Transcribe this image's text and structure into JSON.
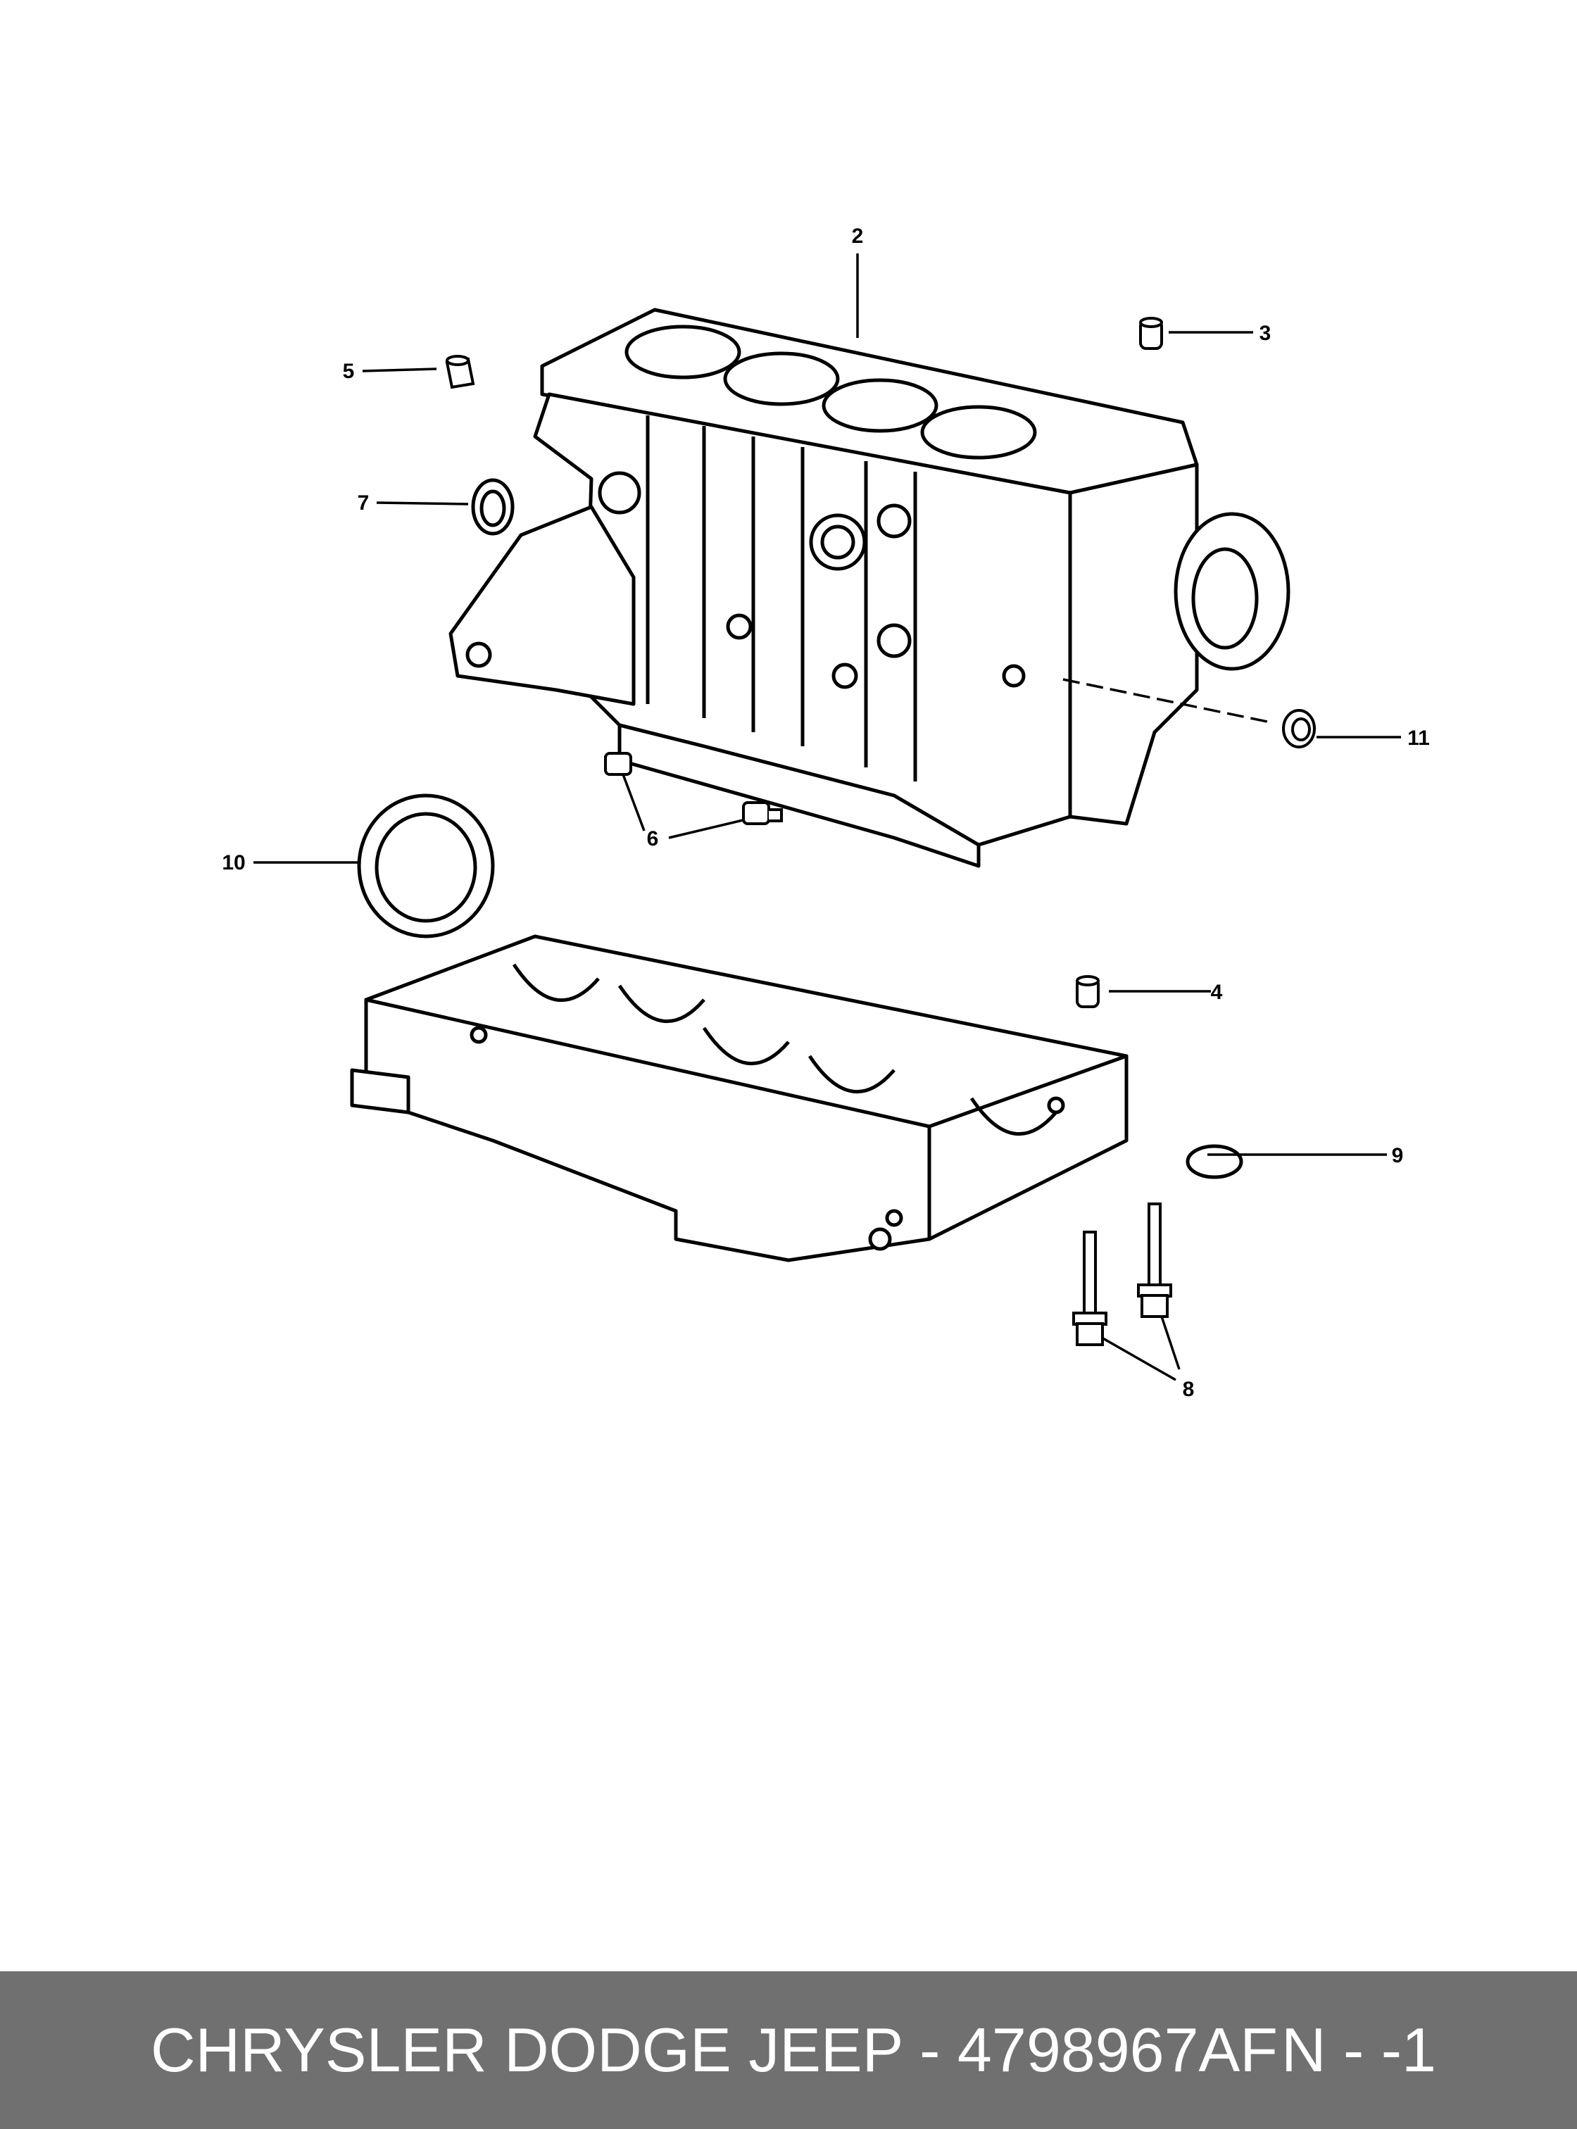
{
  "colors": {
    "line": "#000000",
    "paper": "#ffffff",
    "footer_bg": "#707070",
    "footer_text": "#ffffff"
  },
  "callouts": {
    "c2": "2",
    "c3": "3",
    "c4": "4",
    "c5": "5",
    "c6": "6",
    "c7": "7",
    "c8": "8",
    "c9": "9",
    "c10": "10",
    "c11": "11"
  },
  "footer": {
    "brand_part": "CHRYSLER DODGE JEEP - 4798967AF",
    "reference": "N - -1"
  }
}
